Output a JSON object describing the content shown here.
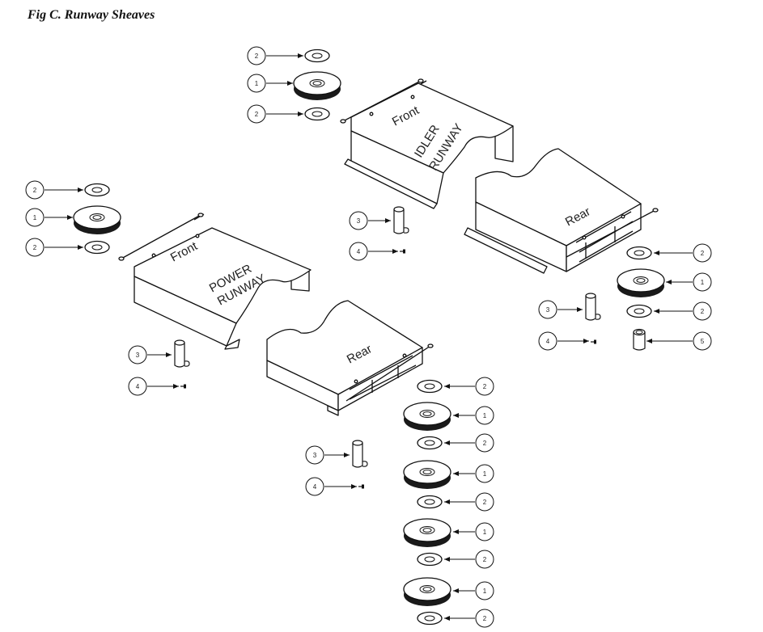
{
  "figure": {
    "title": "Fig C.  Runway Sheaves"
  },
  "idler_runway": {
    "front_label": "Front",
    "name_line1": "IDLER",
    "name_line2": "RUNWAY",
    "rear_label": "Rear"
  },
  "power_runway": {
    "front_label": "Front",
    "name_line1": "POWER",
    "name_line2": "RUNWAY",
    "rear_label": "Rear"
  },
  "callouts": {
    "idler_top": [
      "2",
      "1",
      "2"
    ],
    "idler_mid": [
      "3",
      "4"
    ],
    "idler_rear": [
      "2",
      "1",
      "2",
      "3",
      "4",
      "5"
    ],
    "power_left": [
      "2",
      "1",
      "2"
    ],
    "power_mid": [
      "3",
      "4"
    ],
    "power_rear_stack": [
      "2",
      "1",
      "2",
      "1",
      "2",
      "1",
      "2",
      "1",
      "2"
    ],
    "power_rear_pin": [
      "3",
      "4"
    ]
  }
}
